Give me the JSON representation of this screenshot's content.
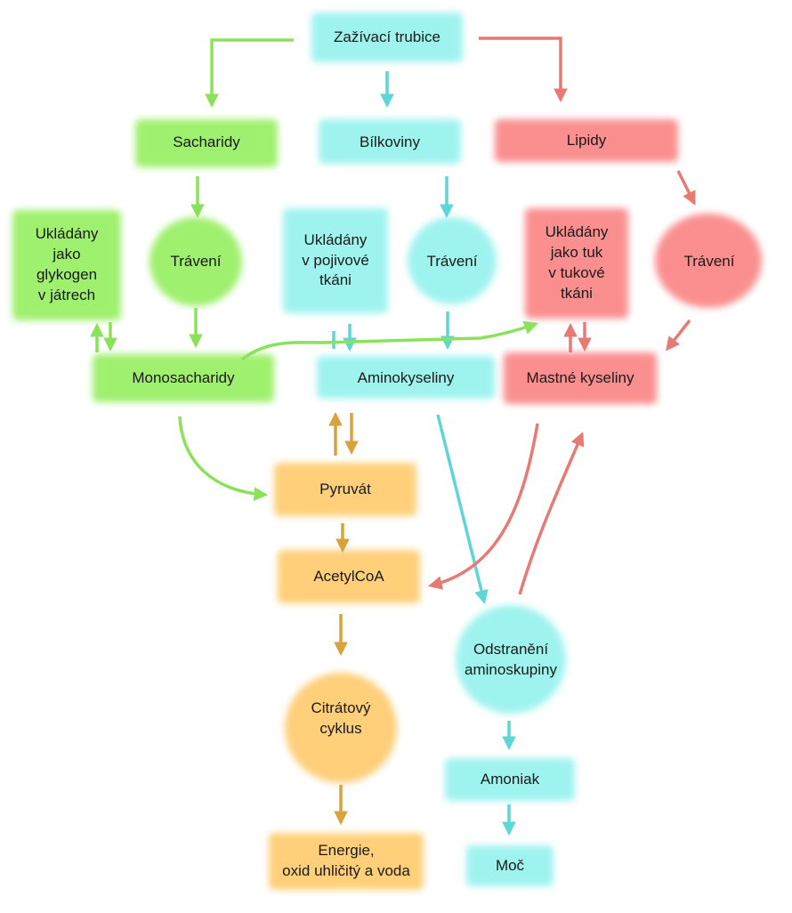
{
  "colors": {
    "green": "#8be25a",
    "cyan": "#5fd6d6",
    "red": "#e87a74",
    "orange": "#d9a23c"
  },
  "nodes": {
    "digestive_tube": "Zažívací trubice",
    "carbohydrates": "Sacharidy",
    "proteins": "Bílkoviny",
    "lipids": "Lipidy",
    "glycogen_storage": "Ukládány\njako\nglykogen\nv játrech",
    "digestion_carbs": "Trávení",
    "protein_storage": "Ukládány\nv pojivové\ntkáni",
    "digestion_proteins": "Trávení",
    "fat_storage": "Ukládány\njako tuk\nv tukové\ntkáni",
    "digestion_lipids": "Trávení",
    "monosaccharides": "Monosacharidy",
    "amino_acids": "Aminokyseliny",
    "fatty_acids": "Mastné kyseliny",
    "pyruvate": "Pyruvát",
    "acetylcoa": "AcetylCoA",
    "deamination": "Odstranění\naminoskupiny",
    "citrate_cycle": "Citrátový\ncyklus",
    "ammonia": "Amoniak",
    "energy": "Energie,\noxid uhličitý a voda",
    "urine": "Moč"
  }
}
